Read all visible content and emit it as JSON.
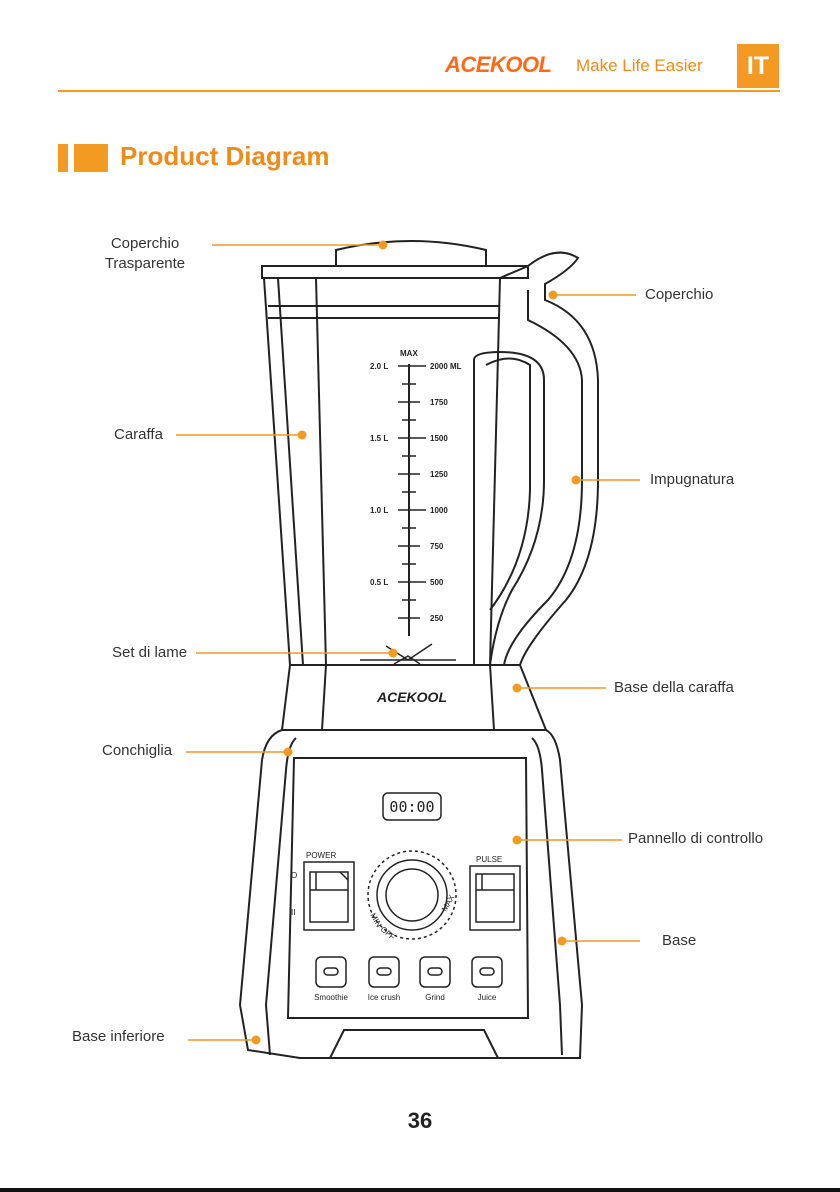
{
  "header": {
    "brand": "ACEKOOL",
    "tagline": "Make Life Easier",
    "language": "IT"
  },
  "section_title": "Product Diagram",
  "labels": {
    "lid_transparent_line1": "Coperchio",
    "lid_transparent_line2": "Trasparente",
    "lid": "Coperchio",
    "jar": "Caraffa",
    "handle": "Impugnatura",
    "blade_set": "Set di lame",
    "jar_base": "Base della caraffa",
    "shell": "Conchiglia",
    "control_panel": "Pannello di controllo",
    "base": "Base",
    "bottom_base": "Base inferiore"
  },
  "jar_markings": {
    "max": "MAX",
    "liters": [
      "2.0 L",
      "1.5 L",
      "1.0 L",
      "0.5 L"
    ],
    "ml": [
      "2000 ML",
      "1750",
      "1500",
      "1250",
      "1000",
      "750",
      "500",
      "250"
    ]
  },
  "blender_logo": "ACEKOOL",
  "display_time": "00:00",
  "switches": {
    "power": "POWER",
    "power_on": "O",
    "power_off": "II",
    "pulse": "PULSE"
  },
  "dial": {
    "off": "OFF",
    "min": "MIN",
    "max": "MAX"
  },
  "buttons": [
    "Smoothie",
    "Ice crush",
    "Grind",
    "Juice"
  ],
  "page_number": "36",
  "colors": {
    "accent": "#f29a22",
    "line": "#222222"
  }
}
